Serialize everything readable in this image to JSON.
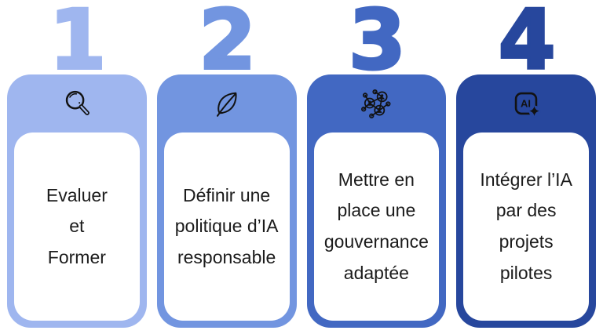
{
  "theme": {
    "background": "#ffffff",
    "icon_color": "#121212",
    "text_color": "#1b1b1b"
  },
  "cards": [
    {
      "number": "1",
      "color": "#9FB6EF",
      "icon": "search-icon",
      "text": "Evaluer\net\nFormer"
    },
    {
      "number": "2",
      "color": "#7295E0",
      "icon": "leaf-icon",
      "text": "Définir une\npolitique d’IA\nresponsable"
    },
    {
      "number": "3",
      "color": "#4268C2",
      "icon": "people-network-icon",
      "text": "Mettre en\nplace une\ngouvernance\nadaptée"
    },
    {
      "number": "4",
      "color": "#27479D",
      "icon": "ai-sparkle-icon",
      "ai_label": "AI",
      "text": "Intégrer l’IA\npar des\nprojets\npilotes"
    }
  ]
}
